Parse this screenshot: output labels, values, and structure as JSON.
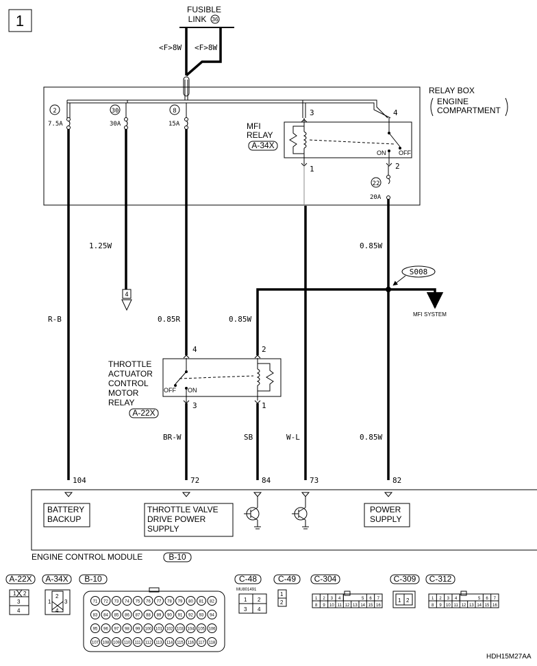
{
  "page_number": "1",
  "fusible_link": {
    "line1": "FUSIBLE",
    "line2": "LINK",
    "num": "36"
  },
  "feed_wires": {
    "left": "<F>8W",
    "right": "<F>8W"
  },
  "relay_box": {
    "line1": "RELAY BOX",
    "line2": "ENGINE",
    "line3": "COMPARTMENT"
  },
  "fuses": [
    {
      "num": "2",
      "amps": "7.5A"
    },
    {
      "num": "30",
      "amps": "30A"
    },
    {
      "num": "8",
      "amps": "15A"
    },
    {
      "num": "22",
      "amps": "20A"
    }
  ],
  "mfi_relay": {
    "line1": "MFI",
    "line2": "RELAY",
    "conn": "A-34X",
    "pin_3": "3",
    "pin_4": "4",
    "pin_1": "1",
    "pin_2": "2",
    "on": "ON",
    "off": "OFF"
  },
  "wires": {
    "fuse30": "1.25W",
    "rb": "R-B",
    "r85": "0.85R",
    "w85_mid": "0.85W",
    "w85_top": "0.85W",
    "brw": "BR-W",
    "sb": "SB",
    "wl": "W-L",
    "w85_bot": "0.85W"
  },
  "ground_ref": "4",
  "splice": {
    "label": "S008",
    "dest": "MFI SYSTEM"
  },
  "tac_relay": {
    "line1": "THROTTLE",
    "line2": "ACTUATOR",
    "line3": "CONTROL",
    "line4": "MOTOR",
    "line5": "RELAY",
    "conn": "A-22X",
    "pin_4": "4",
    "pin_2": "2",
    "pin_3": "3",
    "pin_1": "1",
    "on": "ON",
    "off": "OFF"
  },
  "ecm_pins": [
    "104",
    "72",
    "84",
    "73",
    "82"
  ],
  "ecm": {
    "battery": {
      "line1": "BATTERY",
      "line2": "BACKUP"
    },
    "throttle": {
      "line1": "THROTTLE VALVE",
      "line2": "DRIVE POWER",
      "line3": "SUPPLY"
    },
    "power": {
      "line1": "POWER",
      "line2": "SUPPLY"
    },
    "label": "ENGINE CONTROL MODULE",
    "conn": "B-10"
  },
  "connectors": {
    "a22x": {
      "name": "A-22X",
      "pins": [
        "1",
        "2",
        "3",
        "4"
      ]
    },
    "a34x": {
      "name": "A-34X",
      "pins": [
        "1",
        "2",
        "3",
        "4"
      ]
    },
    "b10": {
      "name": "B-10",
      "rows": [
        [
          "71",
          "72",
          "73",
          "74",
          "75",
          "76",
          "77",
          "78",
          "79",
          "80",
          "81",
          "82"
        ],
        [
          "83",
          "84",
          "85",
          "86",
          "87",
          "88",
          "89",
          "90",
          "91",
          "92",
          "93",
          "94"
        ],
        [
          "95",
          "96",
          "97",
          "98",
          "99",
          "100",
          "101",
          "102",
          "103",
          "104",
          "105",
          "106"
        ],
        [
          "107",
          "108",
          "109",
          "110",
          "111",
          "112",
          "113",
          "114",
          "115",
          "116",
          "117",
          "118"
        ]
      ]
    },
    "c48": {
      "name": "C-48",
      "part": "MU801491",
      "pins": [
        "1",
        "2",
        "3",
        "4"
      ]
    },
    "c49": {
      "name": "C-49",
      "pins": [
        "1",
        "2"
      ]
    },
    "c304": {
      "name": "C-304",
      "rows": [
        [
          "1",
          "2",
          "3",
          "4",
          "5",
          "6",
          "7"
        ],
        [
          "8",
          "9",
          "10",
          "11",
          "12",
          "13",
          "14",
          "15",
          "16"
        ]
      ]
    },
    "c309": {
      "name": "C-309",
      "pins": [
        "1",
        "2"
      ]
    },
    "c312": {
      "name": "C-312",
      "rows": [
        [
          "1",
          "2",
          "3",
          "4",
          "5",
          "6",
          "7"
        ],
        [
          "8",
          "9",
          "10",
          "11",
          "12",
          "13",
          "14",
          "15",
          "16"
        ]
      ]
    }
  },
  "figure_code": "HDH15M27AA"
}
